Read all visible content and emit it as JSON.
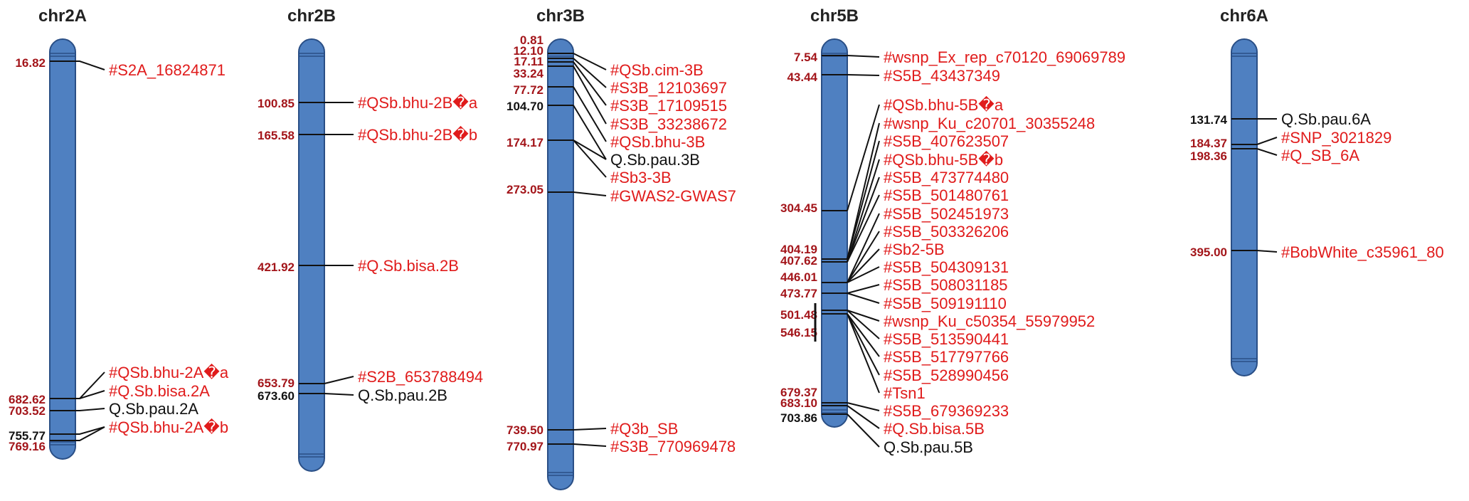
{
  "colors": {
    "chromosome_fill": "#4f80c1",
    "chromosome_edge": "#2a4f86",
    "marker_red": "#e01b1b",
    "position_red": "#a3151a",
    "marker_black": "#111111"
  },
  "chromosomes": [
    {
      "name": "chr2A",
      "marks": [
        {
          "pos": "16.82"
        },
        {
          "pos": "682.62"
        },
        {
          "pos": "703.52"
        },
        {
          "pos": "755.77"
        },
        {
          "pos": "769.16"
        }
      ],
      "markers": [
        {
          "label": "#S2A_16824871",
          "color": "red"
        },
        {
          "label": "#QSb.bhu-2A�a",
          "color": "red"
        },
        {
          "label": "#Q.Sb.bisa.2A",
          "color": "red"
        },
        {
          "label": "Q.Sb.pau.2A",
          "color": "black"
        },
        {
          "label": "#QSb.bhu-2A�b",
          "color": "red"
        }
      ]
    },
    {
      "name": "chr2B",
      "marks": [
        {
          "pos": "100.85"
        },
        {
          "pos": "165.58"
        },
        {
          "pos": "421.92"
        },
        {
          "pos": "653.79"
        },
        {
          "pos": "673.60"
        }
      ],
      "markers": [
        {
          "label": "#QSb.bhu-2B�a",
          "color": "red"
        },
        {
          "label": "#QSb.bhu-2B�b",
          "color": "red"
        },
        {
          "label": "#Q.Sb.bisa.2B",
          "color": "red"
        },
        {
          "label": "#S2B_653788494",
          "color": "red"
        },
        {
          "label": "Q.Sb.pau.2B",
          "color": "black"
        }
      ]
    },
    {
      "name": "chr3B",
      "marks": [
        {
          "pos": "0.81"
        },
        {
          "pos": "12.10"
        },
        {
          "pos": "17.11"
        },
        {
          "pos": "33.24"
        },
        {
          "pos": "77.72"
        },
        {
          "pos": "104.70"
        },
        {
          "pos": "174.17"
        },
        {
          "pos": "273.05"
        },
        {
          "pos": "739.50"
        },
        {
          "pos": "770.97"
        }
      ],
      "markers": [
        {
          "label": "#QSb.cim-3B",
          "color": "red"
        },
        {
          "label": "#S3B_12103697",
          "color": "red"
        },
        {
          "label": "#S3B_17109515",
          "color": "red"
        },
        {
          "label": "#S3B_33238672",
          "color": "red"
        },
        {
          "label": "#QSb.bhu-3B",
          "color": "red"
        },
        {
          "label": "Q.Sb.pau.3B",
          "color": "black"
        },
        {
          "label": "#Sb3-3B",
          "color": "red"
        },
        {
          "label": "#GWAS2-GWAS7",
          "color": "red"
        },
        {
          "label": "#Q3b_SB",
          "color": "red"
        },
        {
          "label": "#S3B_770969478",
          "color": "red"
        }
      ]
    },
    {
      "name": "chr5B",
      "marks": [
        {
          "pos": "7.54"
        },
        {
          "pos": "43.44"
        },
        {
          "pos": "304.45"
        },
        {
          "pos": "404.19"
        },
        {
          "pos": "407.62"
        },
        {
          "pos": "446.01"
        },
        {
          "pos": "473.77"
        },
        {
          "pos": "501.48"
        },
        {
          "pos": "546.15"
        },
        {
          "pos": "679.37"
        },
        {
          "pos": "683.10"
        },
        {
          "pos": "703.86"
        }
      ],
      "markers": [
        {
          "label": "#wsnp_Ex_rep_c70120_69069789",
          "color": "red"
        },
        {
          "label": "#S5B_43437349",
          "color": "red"
        },
        {
          "label": "#QSb.bhu-5B�a",
          "color": "red"
        },
        {
          "label": "#wsnp_Ku_c20701_30355248",
          "color": "red"
        },
        {
          "label": "#S5B_407623507",
          "color": "red"
        },
        {
          "label": "#QSb.bhu-5B�b",
          "color": "red"
        },
        {
          "label": "#S5B_473774480",
          "color": "red"
        },
        {
          "label": "#S5B_501480761",
          "color": "red"
        },
        {
          "label": "#S5B_502451973",
          "color": "red"
        },
        {
          "label": "#S5B_503326206",
          "color": "red"
        },
        {
          "label": "#Sb2-5B",
          "color": "red"
        },
        {
          "label": "#S5B_504309131",
          "color": "red"
        },
        {
          "label": "#S5B_508031185",
          "color": "red"
        },
        {
          "label": "#S5B_509191110",
          "color": "red"
        },
        {
          "label": "#wsnp_Ku_c50354_55979952",
          "color": "red"
        },
        {
          "label": "#S5B_513590441",
          "color": "red"
        },
        {
          "label": "#S5B_517797766",
          "color": "red"
        },
        {
          "label": "#S5B_528990456",
          "color": "red"
        },
        {
          "label": "#Tsn1",
          "color": "red"
        },
        {
          "label": "#S5B_679369233",
          "color": "red"
        },
        {
          "label": "#Q.Sb.bisa.5B",
          "color": "red"
        },
        {
          "label": "Q.Sb.pau.5B",
          "color": "black"
        }
      ]
    },
    {
      "name": "chr6A",
      "marks": [
        {
          "pos": "131.74"
        },
        {
          "pos": "184.37"
        },
        {
          "pos": "198.36"
        },
        {
          "pos": "395.00"
        }
      ],
      "markers": [
        {
          "label": "Q.Sb.pau.6A",
          "color": "black"
        },
        {
          "label": "#SNP_3021829",
          "color": "red"
        },
        {
          "label": "#Q_SB_6A",
          "color": "red"
        },
        {
          "label": "#BobWhite_c35961_80",
          "color": "red"
        }
      ]
    }
  ]
}
